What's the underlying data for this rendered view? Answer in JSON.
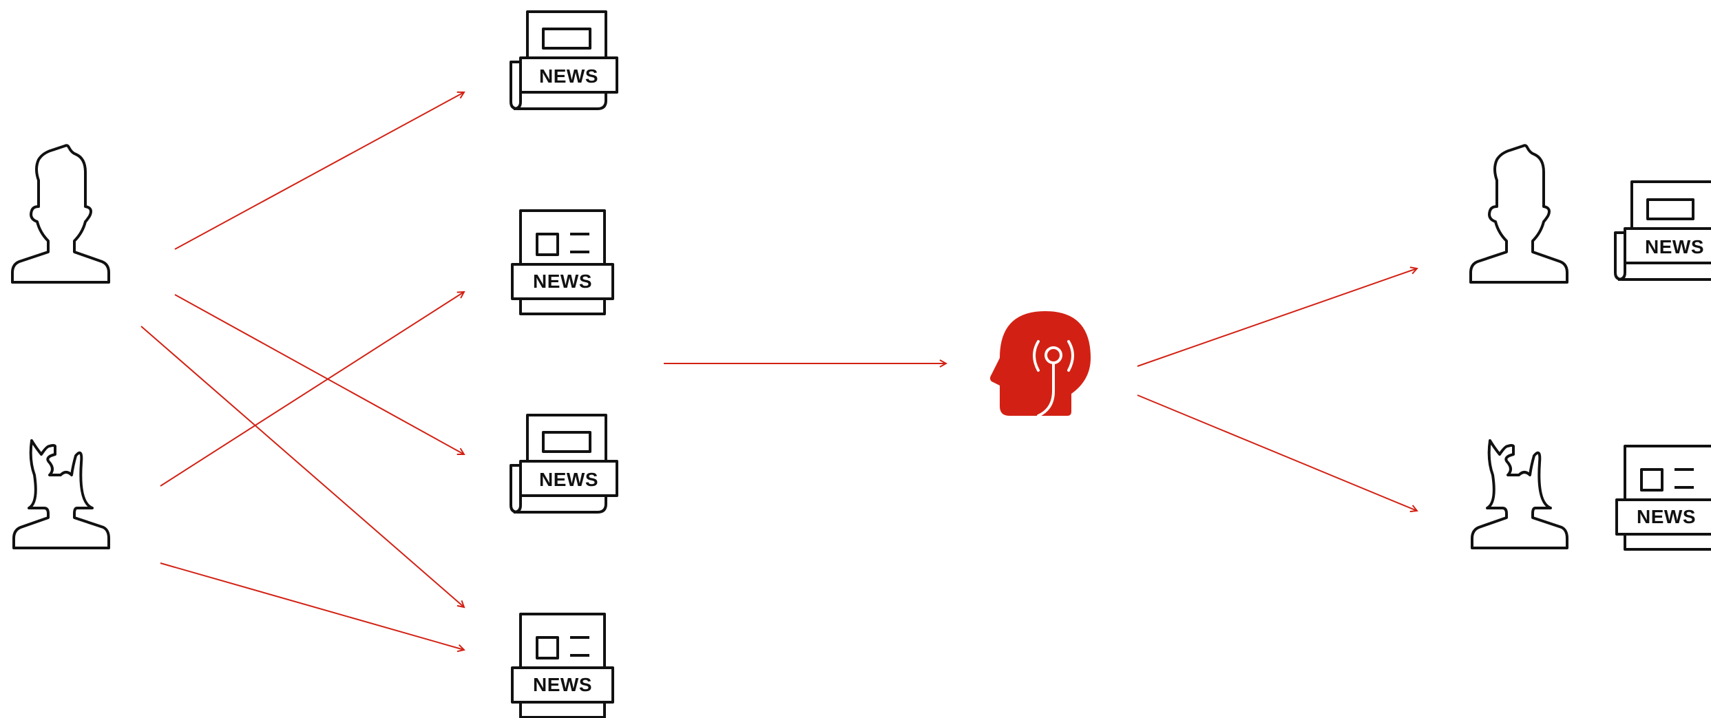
{
  "colors": {
    "accent": "#d22114",
    "stroke": "#111111",
    "background": "#ffffff"
  },
  "icons": {
    "reader_male": "man-reader-icon",
    "reader_female": "woman-reader-icon",
    "newspaper_folded": "folded-newspaper-icon",
    "newspaper_front": "front-page-newspaper-icon",
    "analyzer": "head-broadcast-icon",
    "connection": "arrow-icon"
  },
  "newspapers": {
    "n1": {
      "label": "NEWS"
    },
    "n2": {
      "label": "NEWS"
    },
    "n3": {
      "label": "NEWS"
    },
    "n4": {
      "label": "NEWS"
    },
    "r1": {
      "label": "NEWS"
    },
    "r2": {
      "label": "NEWS"
    }
  }
}
